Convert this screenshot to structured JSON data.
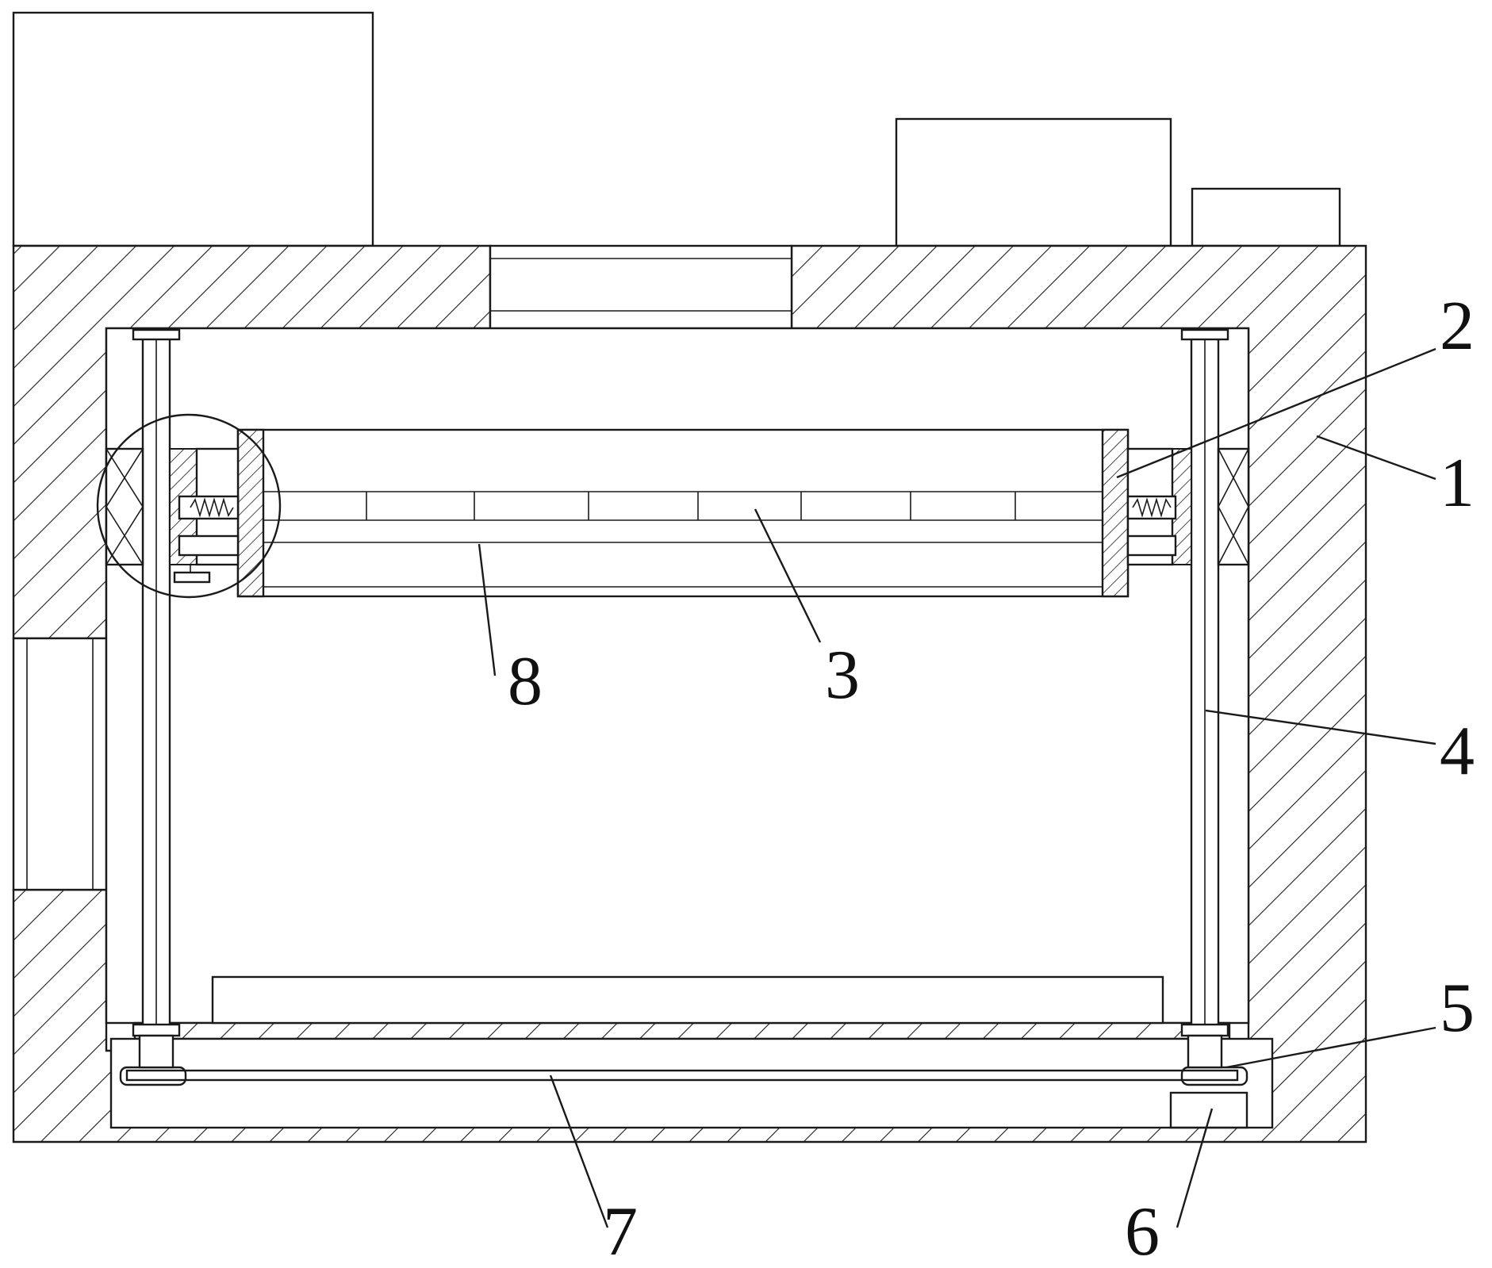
{
  "figure": {
    "labels": [
      {
        "id": "1",
        "text": "1"
      },
      {
        "id": "2",
        "text": "2"
      },
      {
        "id": "3",
        "text": "3"
      },
      {
        "id": "4",
        "text": "4"
      },
      {
        "id": "5",
        "text": "5"
      },
      {
        "id": "6",
        "text": "6"
      },
      {
        "id": "7",
        "text": "7"
      },
      {
        "id": "8",
        "text": "8"
      }
    ]
  },
  "colors": {
    "line": "#1a1a1a",
    "background": "#ffffff"
  }
}
